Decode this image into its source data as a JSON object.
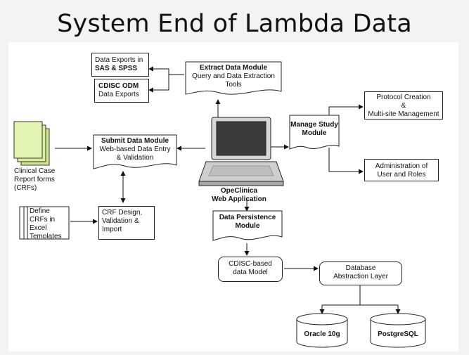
{
  "title": "System End of Lambda Data",
  "nodes": {
    "data_exports_sas": {
      "line1": "Data Exports in",
      "line2": "SAS & SPSS"
    },
    "cdisc_odm": {
      "line1": "CDISC ODM",
      "line2": "Data Exports"
    },
    "extract_module": {
      "title": "Extract Data Module",
      "line1": "Query and Data Extraction",
      "line2": "Tools"
    },
    "protocol_creation": {
      "line1": "Protocol Creation",
      "line2": "&",
      "line3": "Multi-site Management"
    },
    "manage_study": {
      "line1": "Manage Study",
      "line2": "Module"
    },
    "admin_users": {
      "line1": "Administration of",
      "line2": "User and Roles"
    },
    "submit_module": {
      "title": "Submit Data Module",
      "line1": "Web-based Data Entry",
      "line2": "& Validation"
    },
    "crfs": {
      "line1": "Clinical Case",
      "line2": "Report forms",
      "line3": "(CRFs)"
    },
    "openclinica": {
      "line1": "OpeClinica",
      "line2": "Web Application"
    },
    "define_crfs": {
      "line1": "Define",
      "line2": "CRFs in",
      "line3": "Excel",
      "line4": "Templates"
    },
    "crf_design": {
      "line1": "CRF Design,",
      "line2": "Validation &",
      "line3": "Import"
    },
    "data_persistence": {
      "line1": "Data Persistence",
      "line2": "Module"
    },
    "cdisc_model": {
      "line1": "CDISC-based",
      "line2": "data Model"
    },
    "db_abstraction": {
      "line1": "Database",
      "line2": "Abstraction Layer"
    },
    "oracle": {
      "label": "Oracle 10g"
    },
    "postgres": {
      "label": "PostgreSQL"
    }
  }
}
